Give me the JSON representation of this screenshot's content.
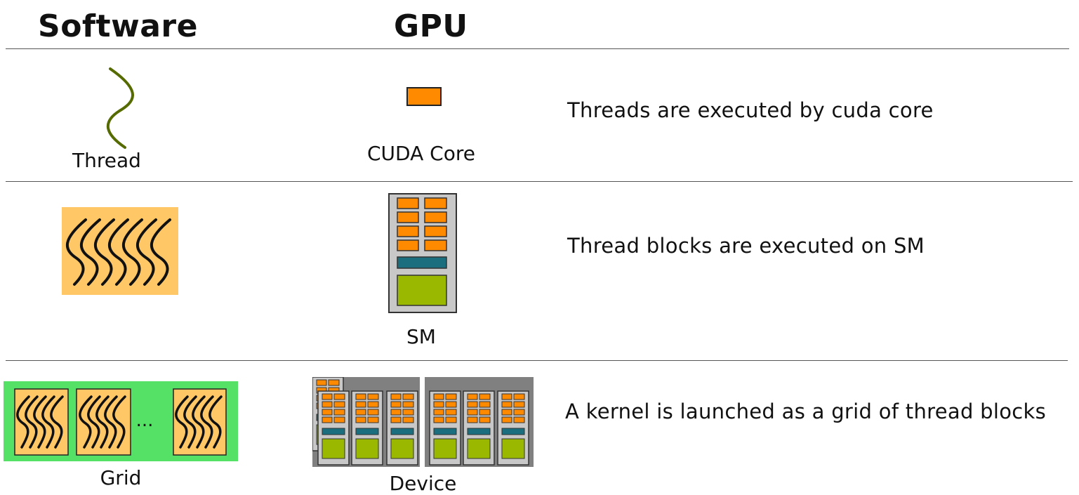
{
  "header": {
    "software": "Software",
    "gpu": "GPU"
  },
  "rows": [
    {
      "software_label": "Thread",
      "gpu_label": "CUDA Core",
      "description": "Threads are executed by cuda core"
    },
    {
      "software_label": "",
      "gpu_label": "SM",
      "description": "Thread blocks are executed on SM"
    },
    {
      "software_label": "Grid",
      "gpu_label": "Device",
      "description": "A kernel is launched as a grid of thread blocks"
    }
  ],
  "grid_ellipsis": "...",
  "colors": {
    "core_orange": "#ff8a00",
    "block_bg": "#ffc766",
    "grid_green": "#55e066",
    "sm_gray": "#c8c8c8",
    "sm_teal": "#1a6e7d",
    "sm_green": "#9ab800",
    "thread_olive": "#556b00",
    "device_frame": "#808080"
  }
}
